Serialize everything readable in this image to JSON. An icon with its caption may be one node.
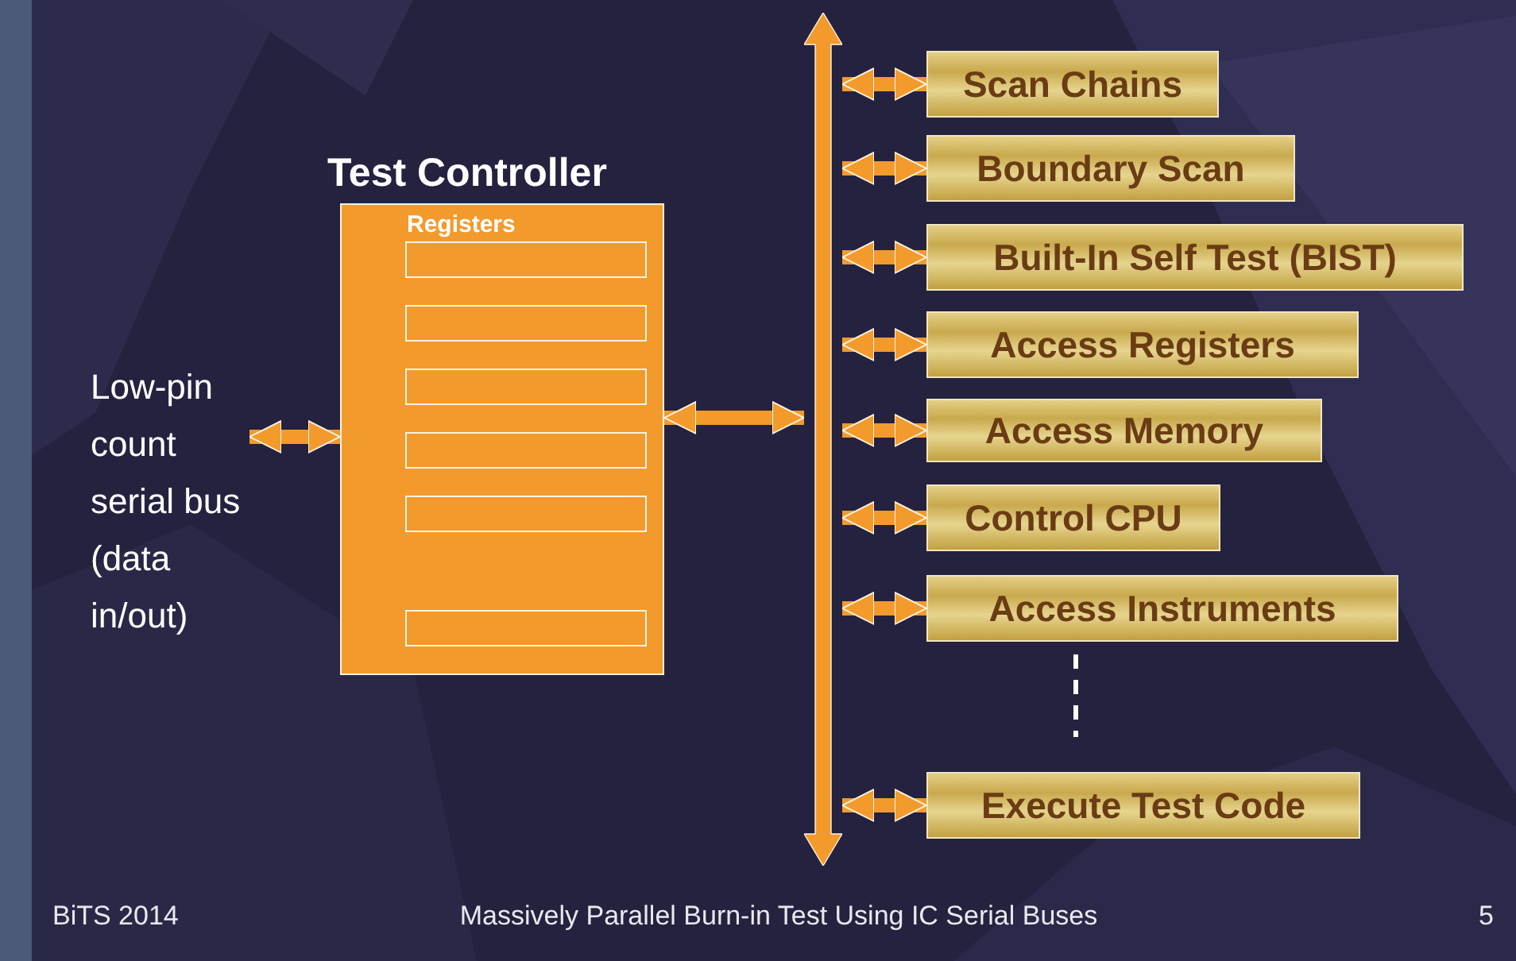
{
  "diagram": {
    "nodes": [
      {
        "text": [
          "Test Controller",
          "Registers"
        ]
      },
      {
        "text": [],
        "shape": "box",
        "in": 0
      },
      {
        "text": [],
        "shape": "box",
        "in": 0
      },
      {
        "text": [],
        "shape": "box",
        "in": 0
      },
      {
        "text": [],
        "shape": "box",
        "in": 0
      },
      {
        "text": [],
        "shape": "box",
        "in": 0
      },
      {
        "text": [],
        "shape": "box",
        "in": 0
      },
      {
        "text": [
          "Low-pin count serial bus (data in/out)"
        ]
      },
      {
        "text": [],
        "shape": "bar"
      },
      {
        "text": [
          "Scan Chains"
        ]
      },
      {
        "text": [
          "Boundary Scan"
        ]
      },
      {
        "text": [
          "Built-In Self Test (BIST)"
        ]
      },
      {
        "text": [
          "Access Registers"
        ]
      },
      {
        "text": [
          "Access Memory"
        ]
      },
      {
        "text": [
          "Control CPU"
        ]
      },
      {
        "text": [
          "Access Instruments"
        ]
      },
      {
        "text": [
          "Execute Test Code"
        ]
      }
    ],
    "edges": [
      {
        "from": 7,
        "to": 0,
        "arrow": "both"
      },
      {
        "from": 0,
        "to": 8,
        "arrow": "both"
      },
      {
        "from": 8,
        "to": 9,
        "arrow": "both"
      },
      {
        "from": 8,
        "to": 10,
        "arrow": "both"
      },
      {
        "from": 8,
        "to": 11,
        "arrow": "both"
      },
      {
        "from": 8,
        "to": 12,
        "arrow": "both"
      },
      {
        "from": 8,
        "to": 13,
        "arrow": "both"
      },
      {
        "from": 8,
        "to": 14,
        "arrow": "both"
      },
      {
        "from": 8,
        "to": 15,
        "arrow": "both"
      },
      {
        "from": 8,
        "to": 16,
        "arrow": "both"
      }
    ],
    "labels": [
      "BiTS 2014",
      "Massively Parallel Burn-in Test Using IC Serial Buses",
      "5"
    ]
  }
}
